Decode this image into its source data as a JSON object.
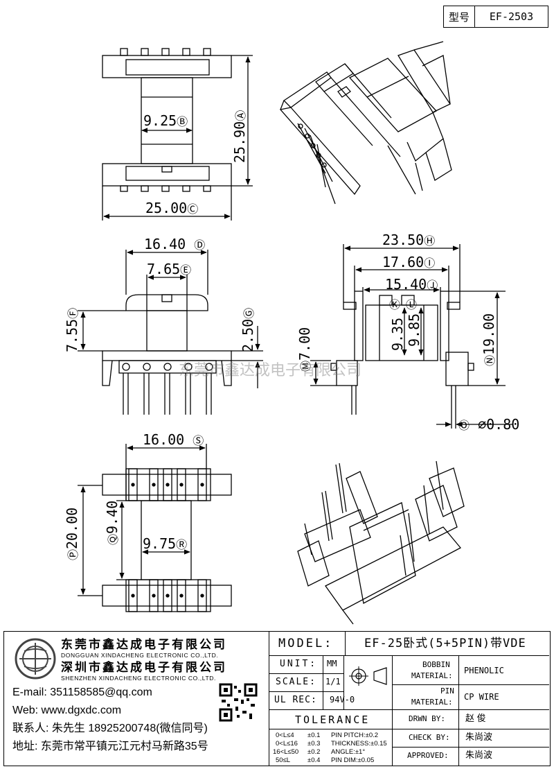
{
  "header": {
    "model_label": "型号",
    "model_value": "EF-2503"
  },
  "dimensions": {
    "A": "25.90",
    "B": "9.25",
    "C": "25.00",
    "D": "16.40",
    "E": "7.65",
    "F": "7.55",
    "G": "2.50",
    "H": "23.50",
    "I": "17.60",
    "J": "15.40",
    "K": "K",
    "L": "L",
    "M": "7.00",
    "N": "19.00",
    "O": "0.80",
    "P": "20.00",
    "Q": "9.40",
    "R": "9.75",
    "S": "16.00",
    "K_value": "9.35",
    "L_value": "9.85"
  },
  "watermark": "东莞市鑫达成电子有限公司",
  "company": {
    "name_dg": "东莞市鑫达成电子有限公司",
    "name_dg_en": "DONGGUAN XINDACHENG ELECTRONIC CO.,LTD.",
    "name_sz": "深圳市鑫达成电子有限公司",
    "name_sz_en": "SHENZHEN XINDACHENG ELECTRONIC CO.,LTD.",
    "email": "E-mail: 351158585@qq.com",
    "web": "Web: www.dgxdc.com",
    "contact": "联系人: 朱先生 18925200748(微信同号)",
    "address": "地址: 东莞市常平镇元江元村马新路35号"
  },
  "title_block": {
    "model_label": "MODEL:",
    "model_value": "EF-25卧式(5+5PIN)带VDE",
    "unit_label": "UNIT:",
    "unit_value": "MM",
    "scale_label": "SCALE:",
    "scale_value": "1/1",
    "ul_label": "UL REC:",
    "ul_value": "94V-0",
    "tolerance_label": "TOLERANCE",
    "tolerances": [
      {
        "range": "0<L≤4",
        "value": "±0.1",
        "spec": "PIN PITCH:±0.2"
      },
      {
        "range": "0<L≤16",
        "value": "±0.3",
        "spec": "THICKNESS:±0.15"
      },
      {
        "range": "16<L≤50",
        "value": "±0.2",
        "spec": "ANGLE:±1°"
      },
      {
        "range": "50≤L",
        "value": "±0.4",
        "spec": "PIN DIM:±0.05"
      }
    ],
    "bobbin_label_1": "BOBBIN",
    "bobbin_label_2": "MATERIAL:",
    "bobbin_value": "PHENOLIC",
    "pin_label_1": "PIN",
    "pin_label_2": "MATERIAL:",
    "pin_value": "CP WIRE",
    "drwn_label": "DRWN BY:",
    "drwn_value": "赵 俊",
    "check_label": "CHECK BY:",
    "check_value": "朱尚波",
    "approved_label": "APPROVED:",
    "approved_value": "朱尚波"
  }
}
